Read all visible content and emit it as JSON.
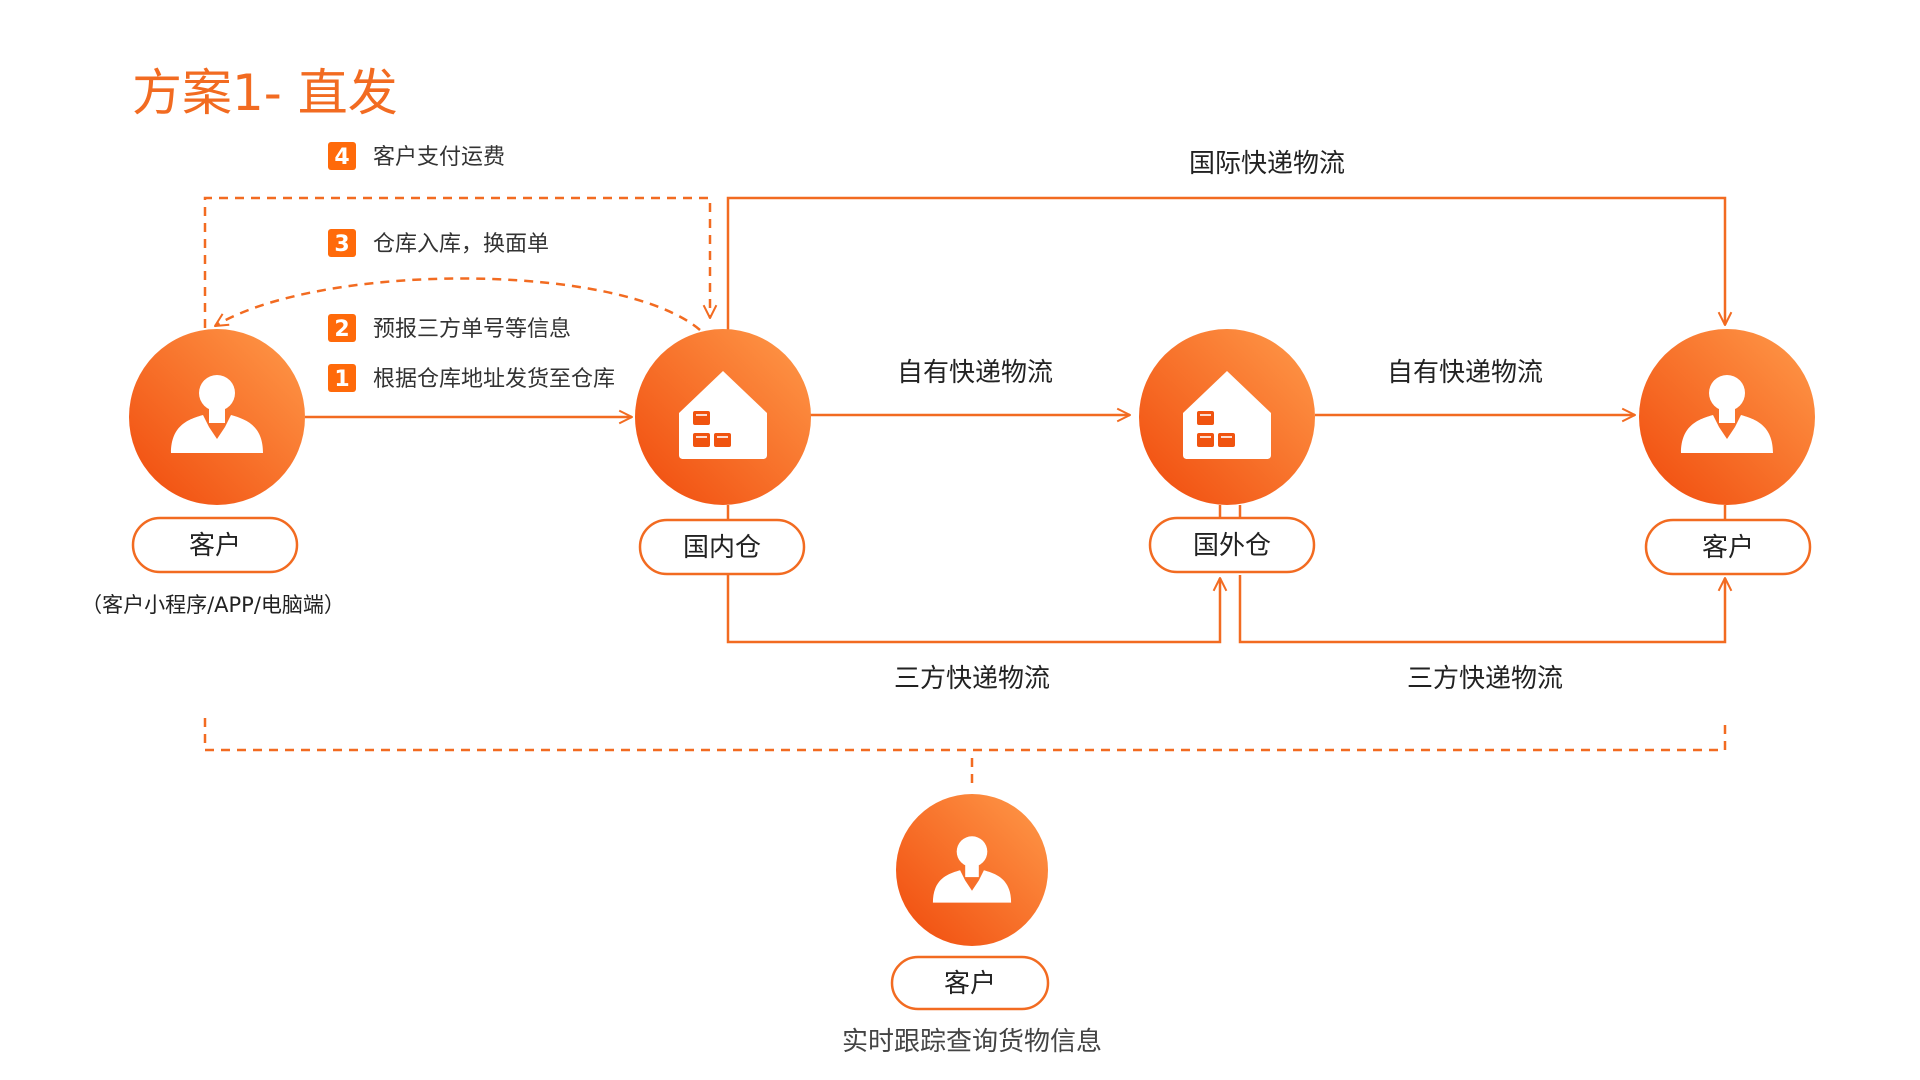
{
  "title": "方案1- 直发",
  "colors": {
    "accent": "#F26B21",
    "accent_light": "#FF8F3F",
    "accent_dark": "#F0530F",
    "text": "#222222"
  },
  "steps": [
    {
      "num": "4",
      "text": "客户支付运费"
    },
    {
      "num": "3",
      "text": "仓库入库，换面单"
    },
    {
      "num": "2",
      "text": "预报三方单号等信息"
    },
    {
      "num": "1",
      "text": "根据仓库地址发货至仓库"
    }
  ],
  "nodes": {
    "customer_origin": {
      "label": "客户",
      "sublabel": "（客户小程序/APP/电脑端）",
      "icon": "person-icon"
    },
    "domestic_warehouse": {
      "label": "国内仓",
      "icon": "warehouse-icon"
    },
    "overseas_warehouse": {
      "label": "国外仓",
      "icon": "warehouse-icon"
    },
    "customer_destination": {
      "label": "客户",
      "icon": "person-icon"
    },
    "customer_tracking": {
      "label": "客户",
      "sublabel": "实时跟踪查询货物信息",
      "icon": "person-icon"
    }
  },
  "flows": {
    "international_express": "国际快递物流",
    "own_express_1": "自有快递物流",
    "own_express_2": "自有快递物流",
    "third_party_1": "三方快递物流",
    "third_party_2": "三方快递物流"
  }
}
